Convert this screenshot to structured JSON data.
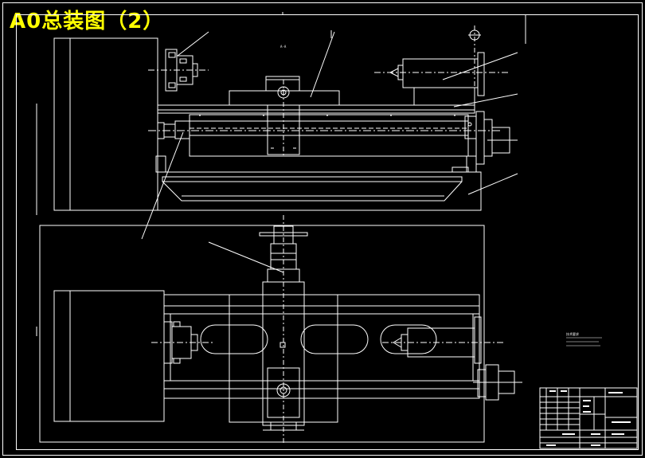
{
  "title": "A0总装图（2）",
  "colors": {
    "background": "#000000",
    "lines": "#ffffff",
    "title": "#ffff00"
  },
  "labels": {
    "view_a": "A-A"
  },
  "tech_notes": {
    "heading": "技术要求"
  }
}
